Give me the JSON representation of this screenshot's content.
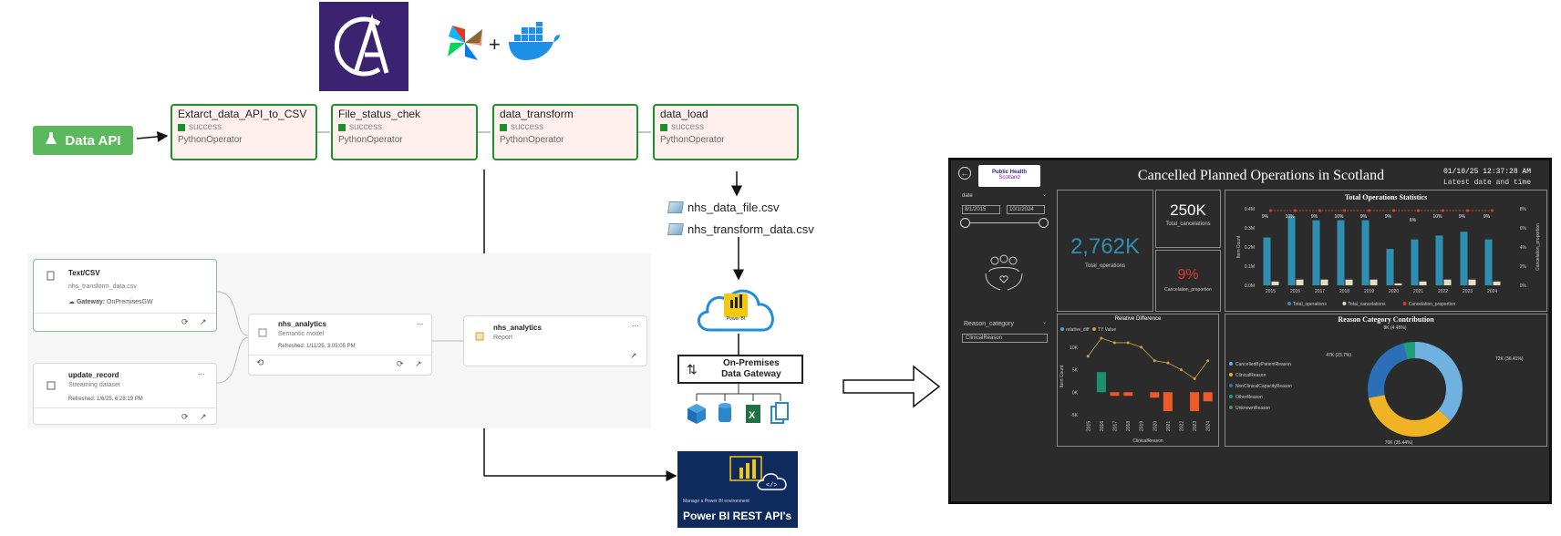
{
  "pipeline": {
    "data_api_label": "Data API",
    "plus_sign": "+",
    "tasks": [
      {
        "name": "Extarct_data_API_to_CSV",
        "status": "success",
        "operator": "PythonOperator"
      },
      {
        "name": "File_status_chek",
        "status": "success",
        "operator": "PythonOperator"
      },
      {
        "name": "data_transform",
        "status": "success",
        "operator": "PythonOperator"
      },
      {
        "name": "data_load",
        "status": "success",
        "operator": "PythonOperator"
      }
    ],
    "files": [
      "nhs_data_file.csv",
      "nhs_transform_data.csv"
    ]
  },
  "lineage": {
    "source": {
      "title": "Text/CSV",
      "subtitle": "nhs_transform_data.csv",
      "gateway_label": "Gateway:",
      "gateway_value": "OnPremisesGW"
    },
    "stream": {
      "title": "update_record",
      "subtitle": "Streaming dataset",
      "refreshed": "Refreshed: 1/6/25, 6:28:19 PM"
    },
    "model": {
      "title": "nhs_analytics",
      "subtitle": "Semantic model",
      "refreshed": "Refreshed: 1/11/25, 3:05:05 PM"
    },
    "report": {
      "title": "nhs_analytics",
      "subtitle": "Report"
    },
    "more": "..."
  },
  "powerbi": {
    "cloud_label": "Power BI",
    "gateway_line1": "On-Premises",
    "gateway_line2": "Data Gateway",
    "rest_small": "Manage a Power BI environment",
    "rest_title": "Power BI REST API's"
  },
  "dashboard": {
    "logo_line1": "Public Health",
    "logo_line2": "Scotland",
    "title": "Cancelled Planned Operations in Scotland",
    "datetime": "01/10/25 12:37:28 AM",
    "datetime_caption": "Latest date and time",
    "date_filter_label": "date",
    "date_from": "8/1/2015",
    "date_to": "10/1/2024",
    "kpi_total_ops": "2,762K",
    "kpi_total_ops_label": "Total_operations",
    "kpi_cancel": "250K",
    "kpi_cancel_label": "Total_cancelations",
    "kpi_prop": "9%",
    "kpi_prop_label": "Cancelation_proportion",
    "reason_filter_label": "Reason_category",
    "reason_filter_value": "ClinicalReason",
    "colors": {
      "bar_blue": "#2f8fb2",
      "bar_cream": "#e6dcc0",
      "line_red": "#d93a2b",
      "orange": "#f05a28",
      "teal": "#1b8f6e",
      "gold": "#c9a23d",
      "donut_light": "#6fb2e0",
      "donut_yellow": "#f0b323",
      "donut_dark": "#2b6fb8",
      "donut_green": "#1e9e7a"
    }
  },
  "chart_data": [
    {
      "type": "bar",
      "title": "Total Operations Statistics",
      "categories": [
        "2015",
        "2016",
        "2017",
        "2018",
        "2019",
        "2020",
        "2021",
        "2022",
        "2023",
        "2024"
      ],
      "ylabel": "Item Count",
      "y2label": "Cancelation_proportion",
      "ylim": [
        0,
        0.4
      ],
      "yticks": [
        "0.0M",
        "0.1M",
        "0.2M",
        "0.3M",
        "0.4M"
      ],
      "y2ticks": [
        "0%",
        "2%",
        "4%",
        "6%",
        "8%"
      ],
      "series": [
        {
          "name": "Total_operations",
          "values": [
            0.25,
            0.36,
            0.34,
            0.34,
            0.34,
            0.19,
            0.24,
            0.26,
            0.28,
            0.24
          ]
        },
        {
          "name": "Total_cancelations",
          "values": [
            0.02,
            0.03,
            0.03,
            0.03,
            0.03,
            0.01,
            0.02,
            0.03,
            0.03,
            0.02
          ]
        },
        {
          "name": "Cancelation_proportion",
          "values": [
            9,
            10,
            9,
            10,
            9,
            9,
            6,
            10,
            9,
            9
          ]
        }
      ],
      "data_labels": [
        "9%",
        "10%",
        "9%",
        "10%",
        "9%",
        "9%",
        "6%",
        "10%",
        "9%",
        "9%"
      ],
      "legend": "bottom"
    },
    {
      "type": "bar",
      "title": "Relative Difference",
      "categories": [
        "2015",
        "2016",
        "2017",
        "2018",
        "2019",
        "2020",
        "2021",
        "2022",
        "2023",
        "2024"
      ],
      "xlabel": "ClinicalReason",
      "ylabel": "Item Count",
      "yticks": [
        "-5K",
        "0K",
        "5K",
        "10K"
      ],
      "ylim": [
        -5,
        12
      ],
      "series": [
        {
          "name": "relative_diff",
          "values": [
            0,
            4.5,
            -0.8,
            -0.8,
            0,
            -1.2,
            -4.2,
            0,
            -4.2,
            -2
          ]
        },
        {
          "name": "TY Value",
          "values": [
            8,
            12,
            11,
            11,
            10,
            7,
            6.5,
            5,
            3,
            7
          ]
        }
      ],
      "legend": "top-left"
    },
    {
      "type": "pie",
      "title": "Reason Category Contribution",
      "labels": [
        "CancelledByPatientReason",
        "ClinicalReason",
        "NonClinicalCapacityReason",
        "OtherReason",
        "UnknownReason"
      ],
      "values": [
        72,
        70,
        47,
        8,
        0
      ],
      "slice_labels": [
        "72K (36.41%)",
        "70K (35.44%)",
        "47K (23.7%)",
        "8K (4.45%)",
        ""
      ],
      "legend": "left"
    }
  ]
}
